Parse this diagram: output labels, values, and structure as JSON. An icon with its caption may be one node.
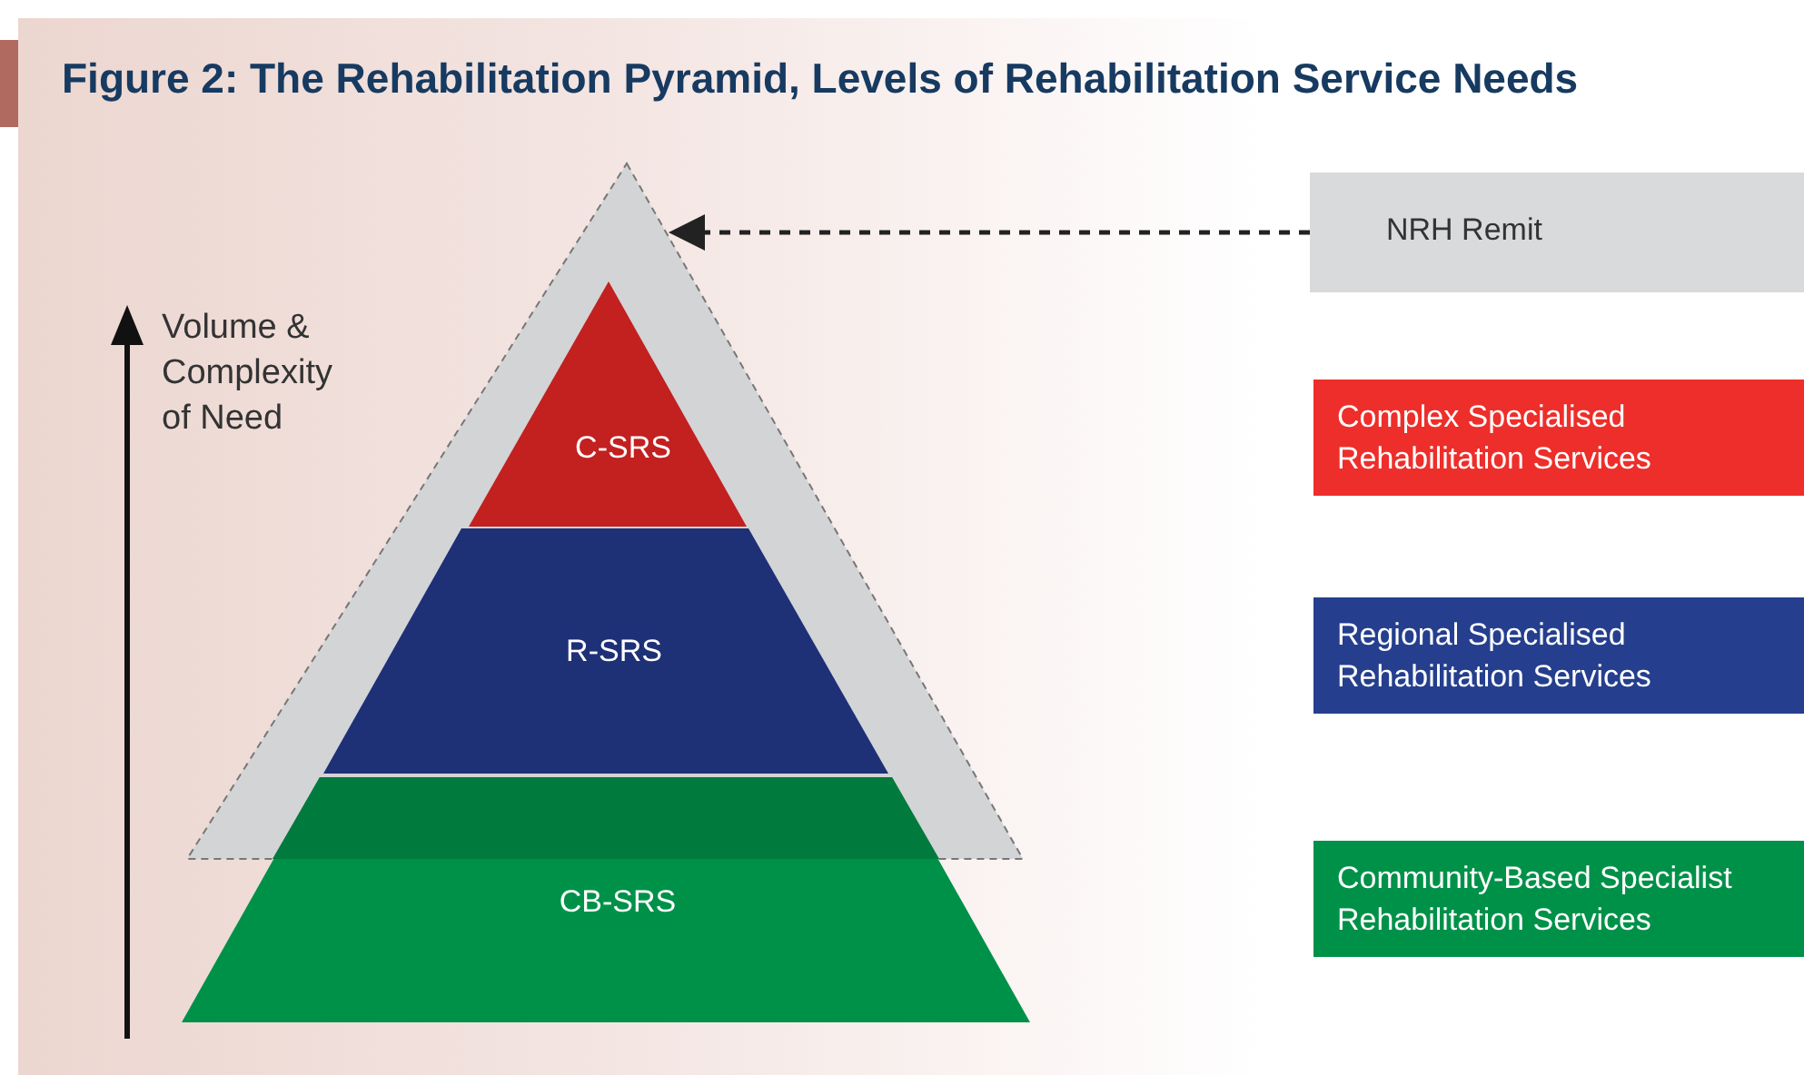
{
  "diagram": {
    "title": "Figure 2: The Rehabilitation Pyramid, Levels of Rehabilitation Service Needs",
    "nodes": [
      {
        "text": [],
        "shape": "triangle"
      },
      {
        "text": [
          "C-SRS"
        ],
        "in": 0
      },
      {
        "text": [
          "R-SRS"
        ],
        "in": 0
      },
      {
        "text": [
          "CB-SRS"
        ]
      },
      {
        "text": [
          "NRH Remit"
        ]
      }
    ],
    "edges": [
      {
        "from": 4,
        "to": 0,
        "arrow": "to",
        "style": "dashed"
      }
    ],
    "labels": [
      "Volume & Complexity of Need"
    ],
    "legend": [
      {
        "text": "Complex Specialised Rehabilitation Services",
        "color": "#ee2e2a"
      },
      {
        "text": "Regional Specialised Rehabilitation Services",
        "color": "#253f8e"
      },
      {
        "text": "Community-Based Specialist Rehabilitation Services",
        "color": "#009149"
      }
    ]
  }
}
